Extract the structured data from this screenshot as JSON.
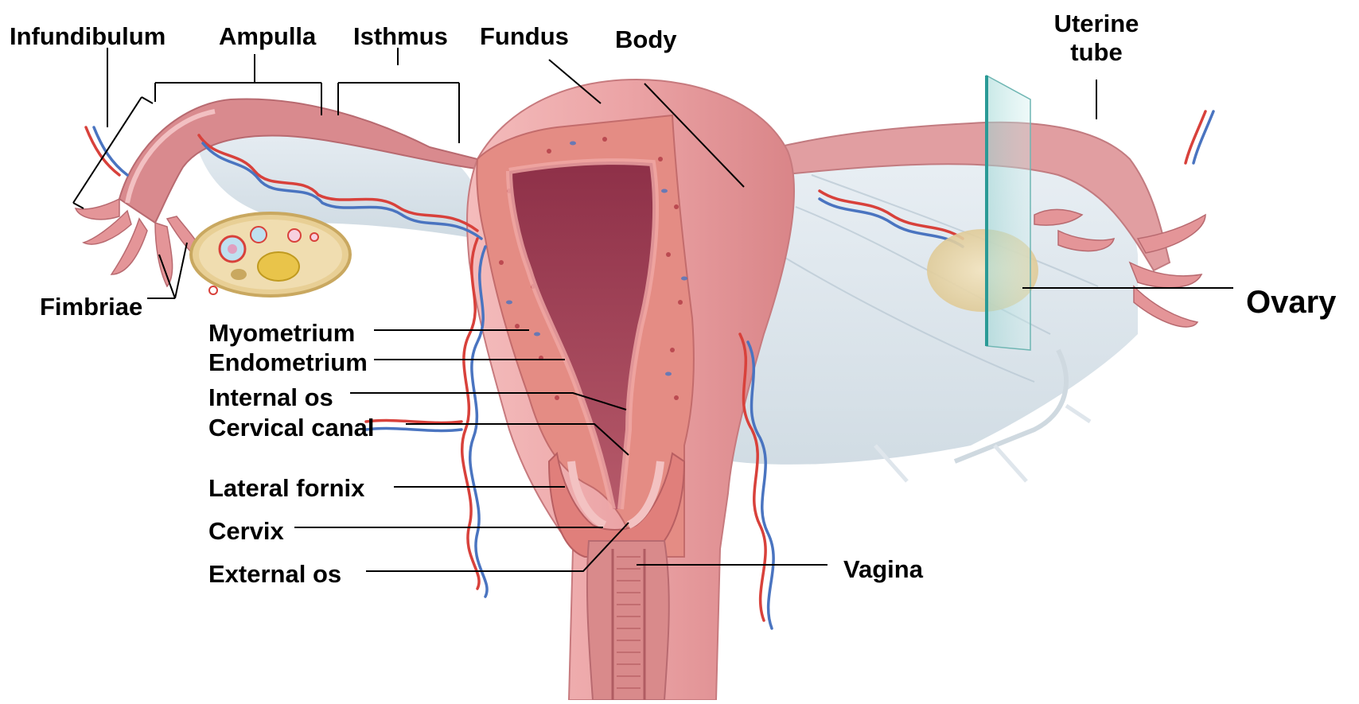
{
  "labels": {
    "infundibulum": "Infundibulum",
    "ampulla": "Ampulla",
    "isthmus": "Isthmus",
    "fundus": "Fundus",
    "body": "Body",
    "uterine_tube_line1": "Uterine",
    "uterine_tube_line2": "tube",
    "fimbriae": "Fimbriae",
    "ovary": "Ovary",
    "myometrium": "Myometrium",
    "endometrium": "Endometrium",
    "internal_os": "Internal os",
    "cervical_canal": "Cervical canal",
    "lateral_fornix": "Lateral fornix",
    "cervix": "Cervix",
    "external_os": "External os",
    "vagina": "Vagina"
  },
  "colors": {
    "uterus": "#e9a4a4",
    "uterus_dark": "#c96f72",
    "cavity": "#a5465a",
    "myometrium": "#e48c84",
    "ligament": "#d9e3ea",
    "ovary": "#ead8a8",
    "artery": "#d8413b",
    "vein": "#4a74c0",
    "leader_line": "#000000"
  }
}
